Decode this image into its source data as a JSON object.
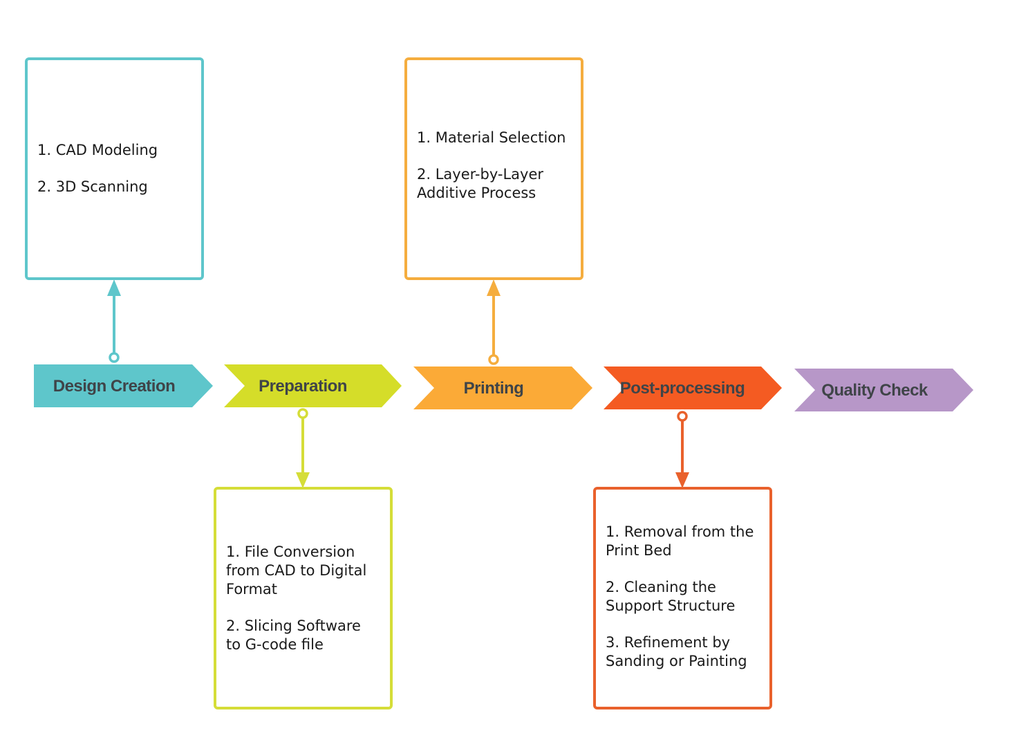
{
  "stages": [
    {
      "label": "Design Creation",
      "color": "#5ec6cb",
      "text_color": "#3f4448"
    },
    {
      "label": "Preparation",
      "color": "#d5dd29",
      "text_color": "#3f4448"
    },
    {
      "label": "Printing",
      "color": "#fbaa37",
      "text_color": "#3f4448"
    },
    {
      "label": "Post-processing",
      "color": "#f45b22",
      "text_color": "#3f4448"
    },
    {
      "label": "Quality Check",
      "color": "#b797c8",
      "text_color": "#3f4448"
    }
  ],
  "boxes": {
    "design": {
      "color": "#5ec6cb",
      "items": [
        "1. CAD Modeling",
        "2. 3D Scanning"
      ]
    },
    "printing": {
      "color": "#f5ad3e",
      "items": [
        "1. Material Selection",
        "2. Layer-by-Layer\n Additive Process"
      ]
    },
    "preparation": {
      "color": "#d5dd38",
      "items": [
        "1. File Conversion\nfrom CAD to Digital\nFormat",
        "2. Slicing Software\nto G-code file"
      ]
    },
    "postprocessing": {
      "color": "#e9612c",
      "items": [
        "1. Removal from the\nPrint Bed",
        "2. Cleaning the\nSupport Structure",
        "3. Refinement by\nSanding or Painting"
      ]
    }
  }
}
